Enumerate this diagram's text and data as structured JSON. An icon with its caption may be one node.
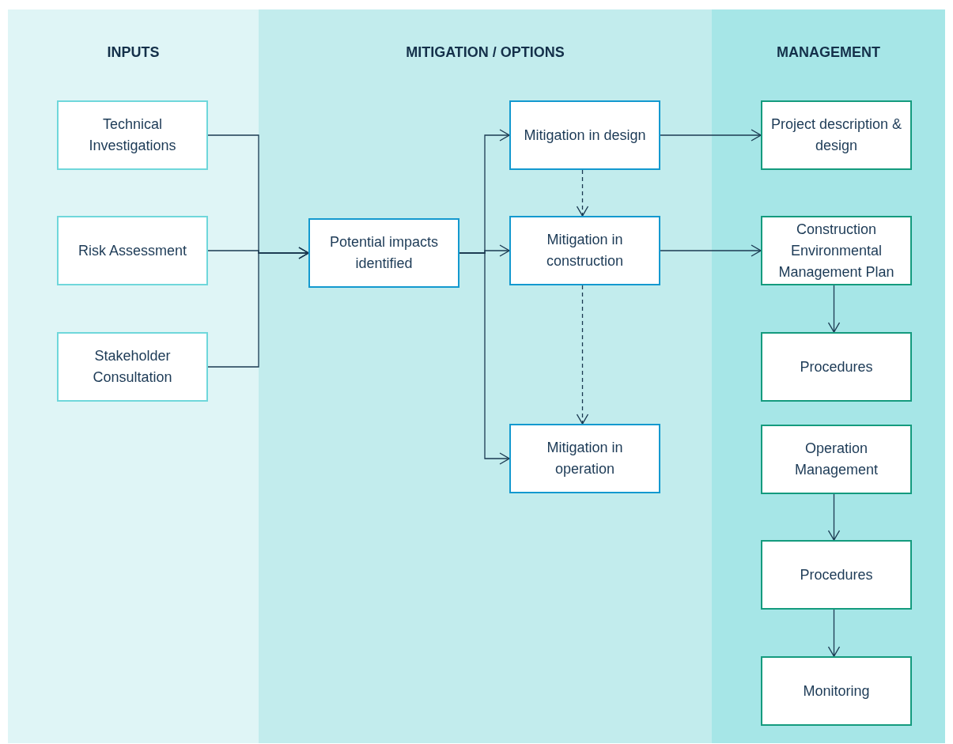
{
  "diagram": {
    "nodes": [
      {
        "text": [
          "INPUTS"
        ]
      },
      {
        "text": [
          "Technical Investigations"
        ],
        "in": 0
      },
      {
        "text": [
          "Risk Assessment"
        ],
        "in": 0
      },
      {
        "text": [
          "Stakeholder Consultation"
        ],
        "in": 0
      },
      {
        "text": [
          "MITIGATION / OPTIONS"
        ]
      },
      {
        "text": [
          "Potential impacts identified"
        ],
        "in": 4
      },
      {
        "text": [
          "Mitigation in design"
        ],
        "in": 4
      },
      {
        "text": [
          "Mitigation in construction"
        ],
        "in": 4
      },
      {
        "text": [
          "Mitigation in operation"
        ],
        "in": 4
      },
      {
        "text": [
          "MANAGEMENT"
        ]
      },
      {
        "text": [
          "Project description & design"
        ],
        "in": 9
      },
      {
        "text": [
          "Construction Environmental Management Plan"
        ],
        "in": 9
      },
      {
        "text": [
          "Procedures"
        ],
        "in": 9
      },
      {
        "text": [
          "Operation Management"
        ],
        "in": 9
      },
      {
        "text": [
          "Procedures"
        ],
        "in": 9
      },
      {
        "text": [
          "Monitoring"
        ],
        "in": 9
      }
    ],
    "edges": [
      {
        "from": 1,
        "to": 5,
        "arrow": "to"
      },
      {
        "from": 2,
        "to": 5,
        "arrow": "to"
      },
      {
        "from": 3,
        "to": 5,
        "arrow": "to"
      },
      {
        "from": 5,
        "to": 6,
        "arrow": "to"
      },
      {
        "from": 5,
        "to": 7,
        "arrow": "to"
      },
      {
        "from": 5,
        "to": 8,
        "arrow": "to"
      },
      {
        "from": 6,
        "to": 7,
        "arrow": "to",
        "style": "dashed"
      },
      {
        "from": 7,
        "to": 8,
        "arrow": "to",
        "style": "dashed"
      },
      {
        "from": 6,
        "to": 10,
        "arrow": "to"
      },
      {
        "from": 7,
        "to": 11,
        "arrow": "to"
      },
      {
        "from": 11,
        "to": 12,
        "arrow": "to"
      },
      {
        "from": 13,
        "to": 14,
        "arrow": "to"
      },
      {
        "from": 14,
        "to": 15,
        "arrow": "to"
      }
    ]
  }
}
